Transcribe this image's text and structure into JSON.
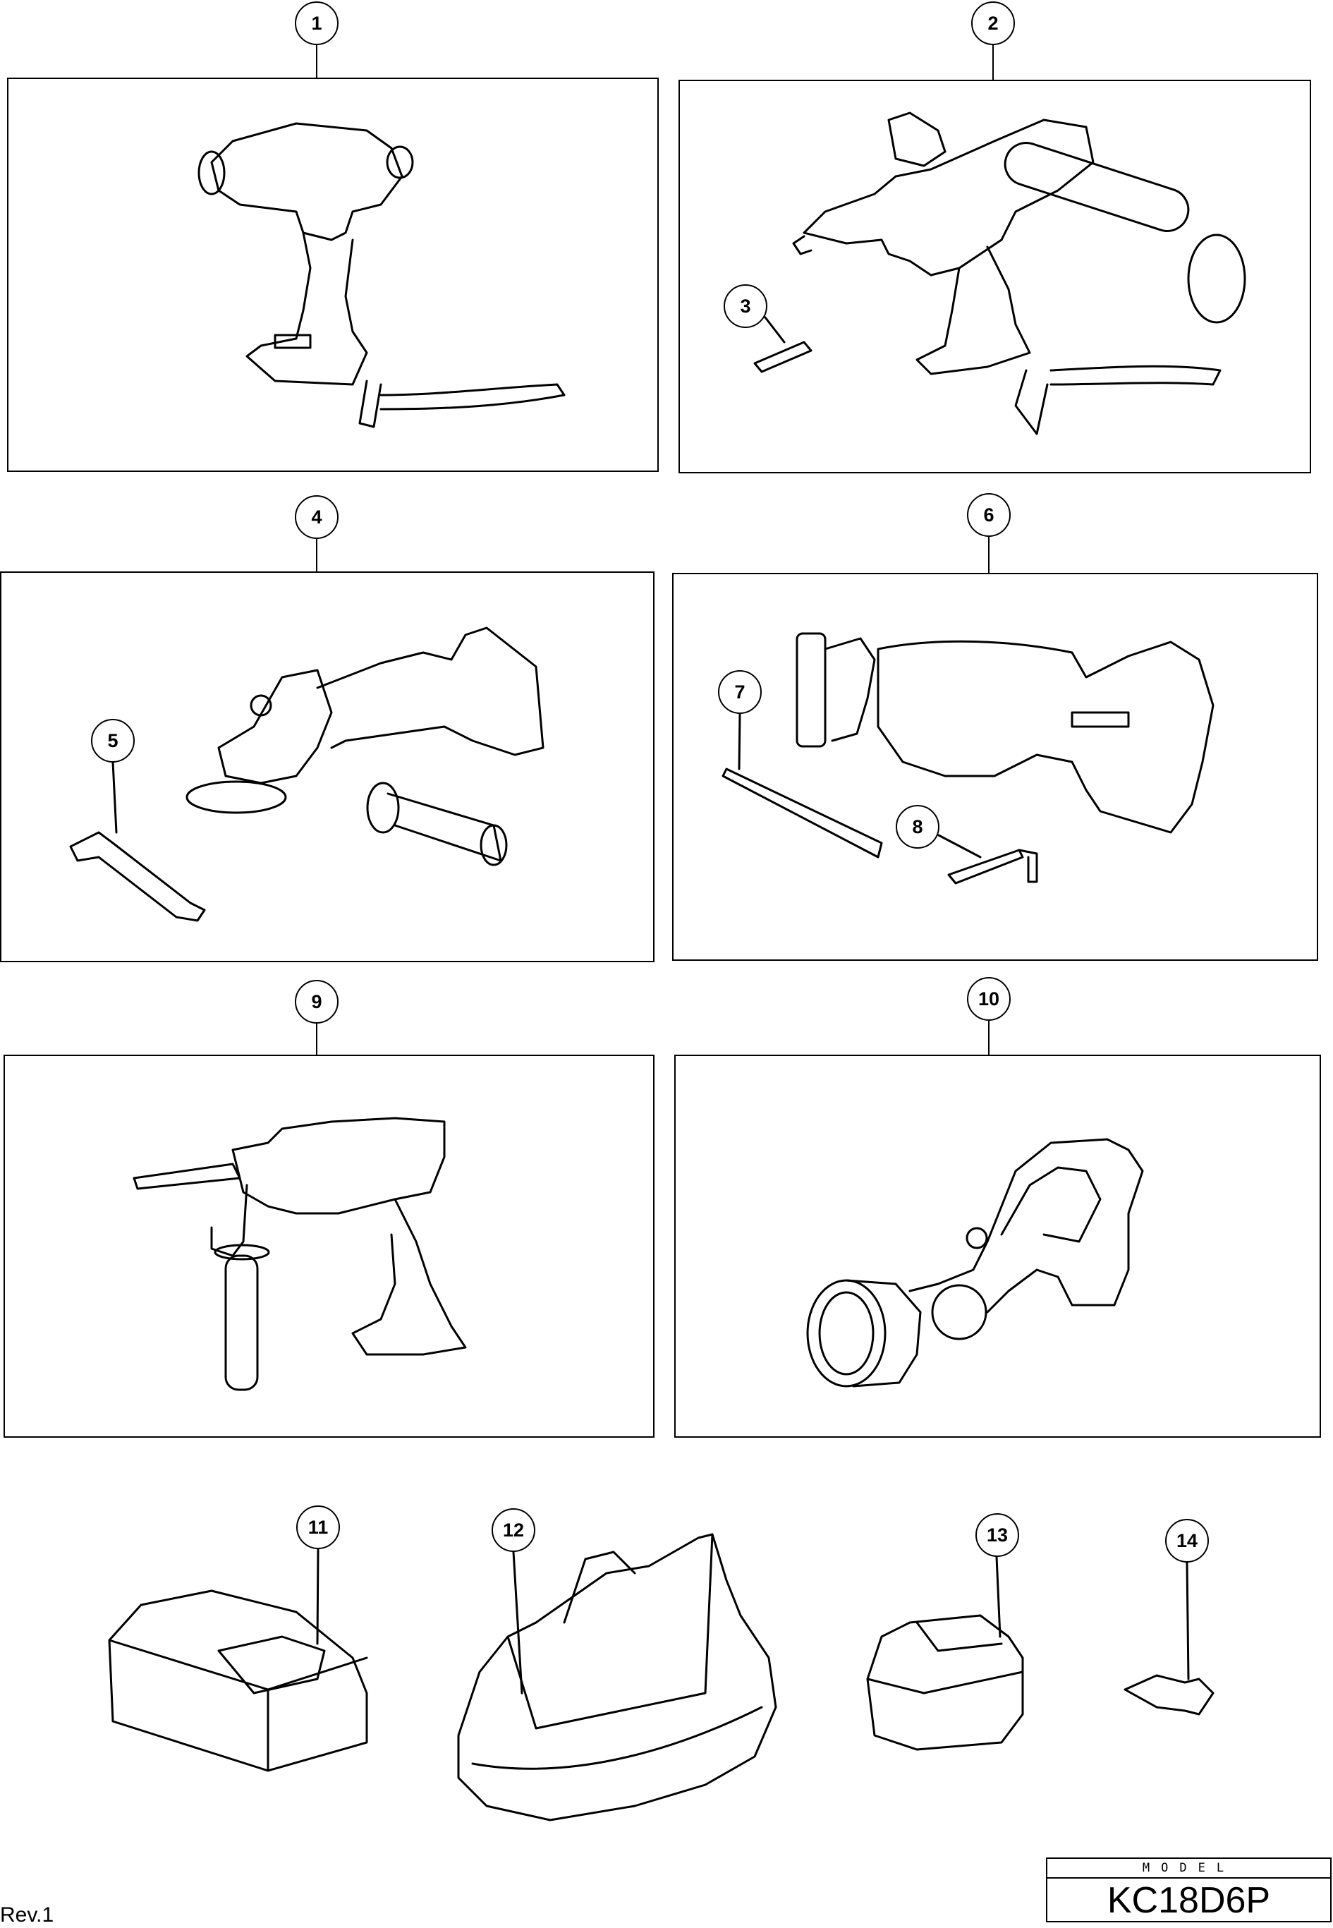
{
  "callouts": {
    "c1": "1",
    "c2": "2",
    "c3": "3",
    "c4": "4",
    "c5": "5",
    "c6": "6",
    "c7": "7",
    "c8": "8",
    "c9": "9",
    "c10": "10",
    "c11": "11",
    "c12": "12",
    "c13": "13",
    "c14": "14"
  },
  "model": {
    "label": "MODEL",
    "name": "KC18D6P"
  },
  "revision": "Rev.1"
}
